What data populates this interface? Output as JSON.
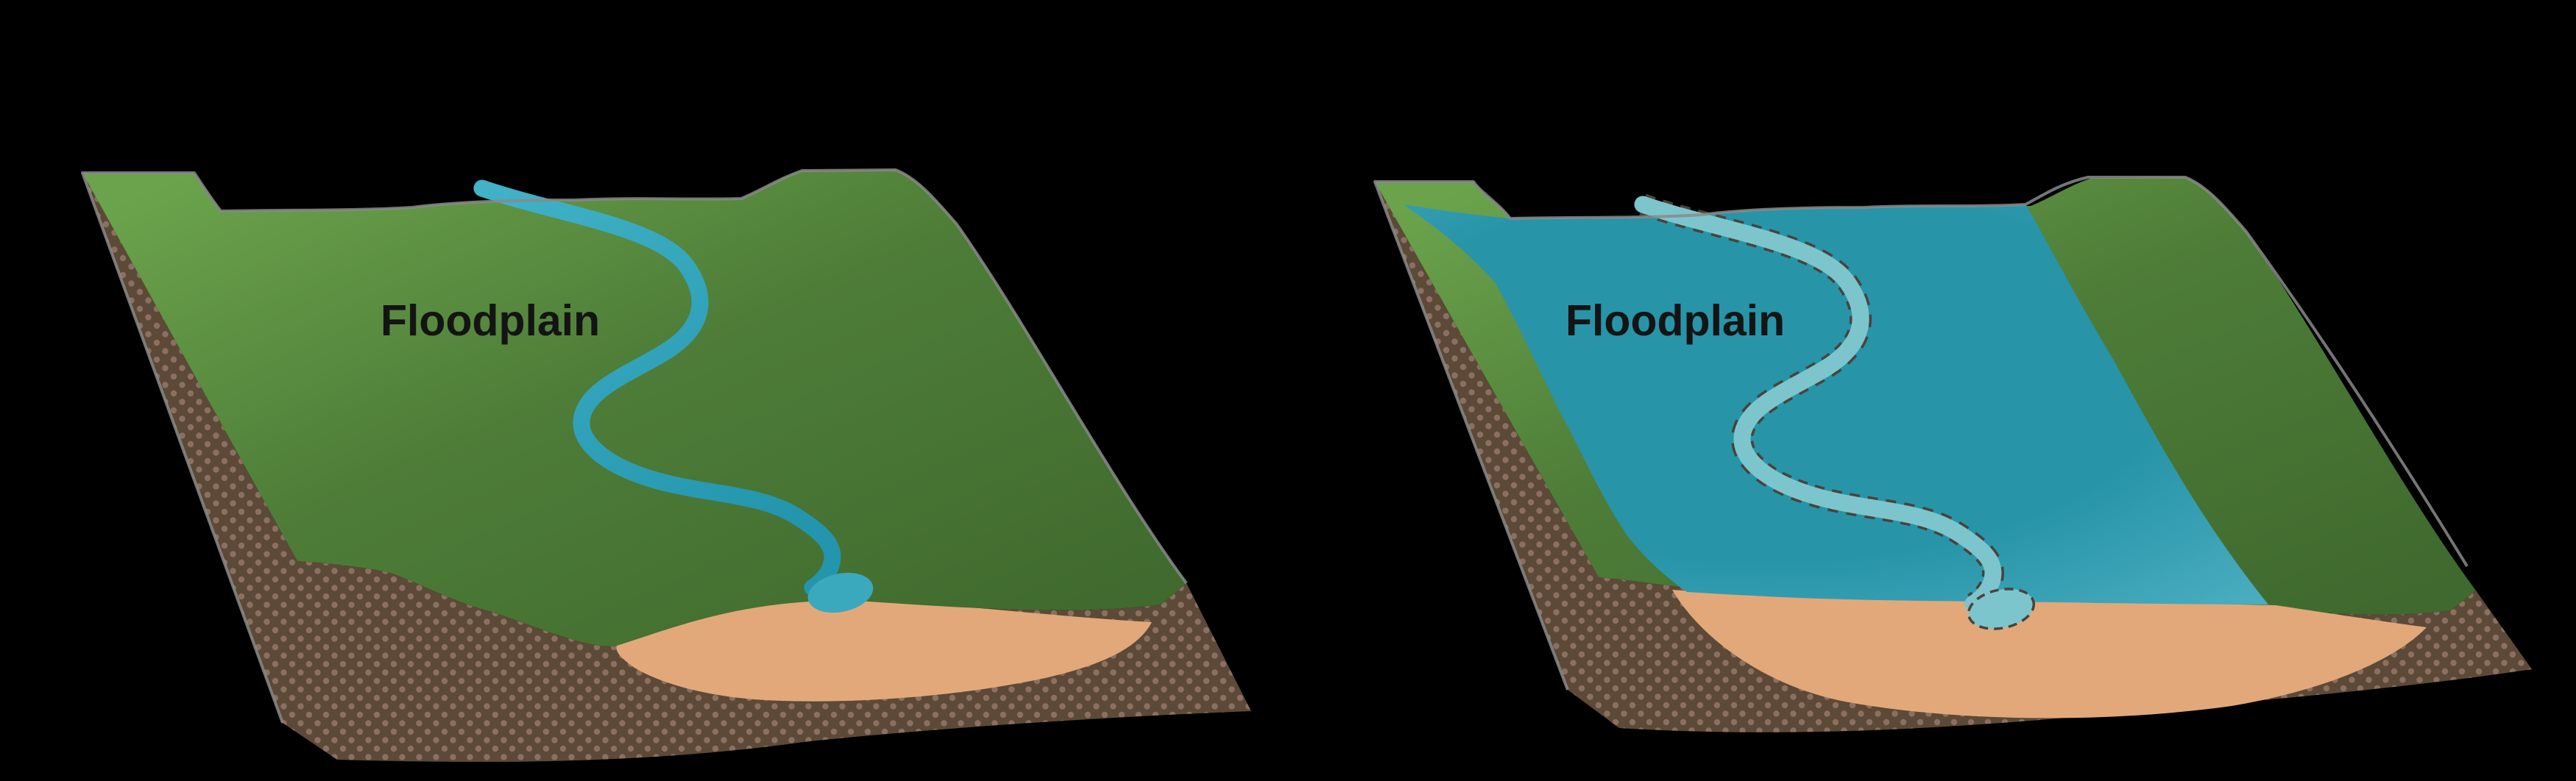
{
  "panels": [
    {
      "id": "river-normal",
      "label": "Floodplain"
    },
    {
      "id": "river-flooded",
      "label": "Floodplain"
    }
  ],
  "colors": {
    "background": "#000000",
    "grass_light": "#6BA34C",
    "grass_mid": "#4E7D38",
    "grass_dark": "#3F692E",
    "soil": "#5C4937",
    "soil_dot": "#8B7061",
    "sand": "#E2A87A",
    "river_light": "#41B2C7",
    "river_deep": "#2395AD",
    "river_mouth": "#3AA9BE",
    "flood_center": "#2794A8",
    "flood_edge": "#4FB0C3",
    "channel": "#7DC5CC",
    "channel_outline": "#4A423C",
    "edge_gray": "#8A8A8A",
    "label_text": "#141414"
  }
}
